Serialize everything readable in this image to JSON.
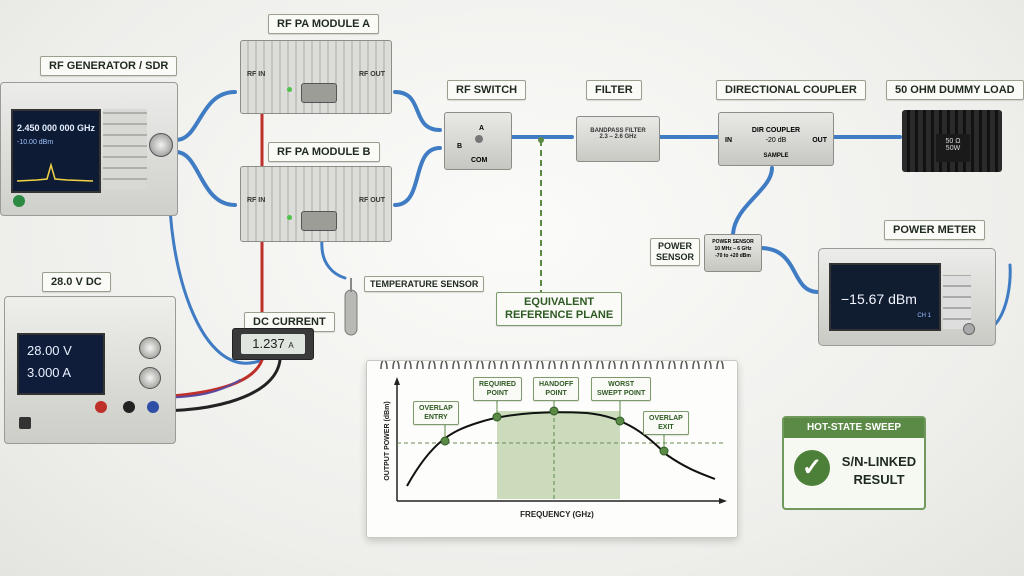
{
  "labels": {
    "rf_generator": "RF GENERATOR / SDR",
    "pa_a": "RF PA MODULE A",
    "pa_b": "RF PA MODULE B",
    "rf_switch": "RF SWITCH",
    "filter": "FILTER",
    "coupler": "DIRECTIONAL COUPLER",
    "dummy_load": "50 OHM DUMMY LOAD",
    "power_meter": "POWER METER",
    "power_sensor": "POWER\nSENSOR",
    "psu": "28.0 V DC",
    "dc_current": "DC CURRENT",
    "temp_sensor": "TEMPERATURE SENSOR",
    "ref_plane": "EQUIVALENT\nREFERENCE PLANE"
  },
  "generator": {
    "frequency": "2.450 000 000 GHz",
    "level": "-10.00 dBm"
  },
  "psu": {
    "voltage": "28.00 V",
    "current": "3.000 A"
  },
  "dc_current_meter": {
    "value": "1.237",
    "unit": "A"
  },
  "power_meter": {
    "reading": "−15.67 dBm",
    "channel": "CH 1"
  },
  "pa_ports": {
    "rf_in": "RF IN",
    "rf_out": "RF OUT"
  },
  "switch_ports": {
    "a": "A",
    "b": "B",
    "com": "COM"
  },
  "filter_text": "BANDPASS FILTER\n2.3 – 2.6 GHz",
  "coupler_text": {
    "title": "DIR COUPLER",
    "value": "-20 dB",
    "in": "IN",
    "out": "OUT",
    "sample": "SAMPLE"
  },
  "sensor_text": "POWER SENSOR\n10 MHz – 6 GHz\n-70 to +20 dBm",
  "load_text": {
    "ohm": "50 Ω",
    "watts": "50W"
  },
  "chart": {
    "xlabel": "FREQUENCY (GHz)",
    "ylabel": "OUTPUT POWER (dBm)",
    "annotations": [
      "OVERLAP\nENTRY",
      "REQUIRED\nPOINT",
      "HANDOFF\nPOINT",
      "WORST\nSWEPT POINT",
      "OVERLAP\nEXIT"
    ]
  },
  "result": {
    "title": "HOT-STATE SWEEP",
    "line1": "S/N-LINKED",
    "line2": "RESULT"
  },
  "colors": {
    "accent_green": "#5b8a46",
    "cable_blue": "#3f7cc4",
    "dc_red": "#c0302a"
  }
}
